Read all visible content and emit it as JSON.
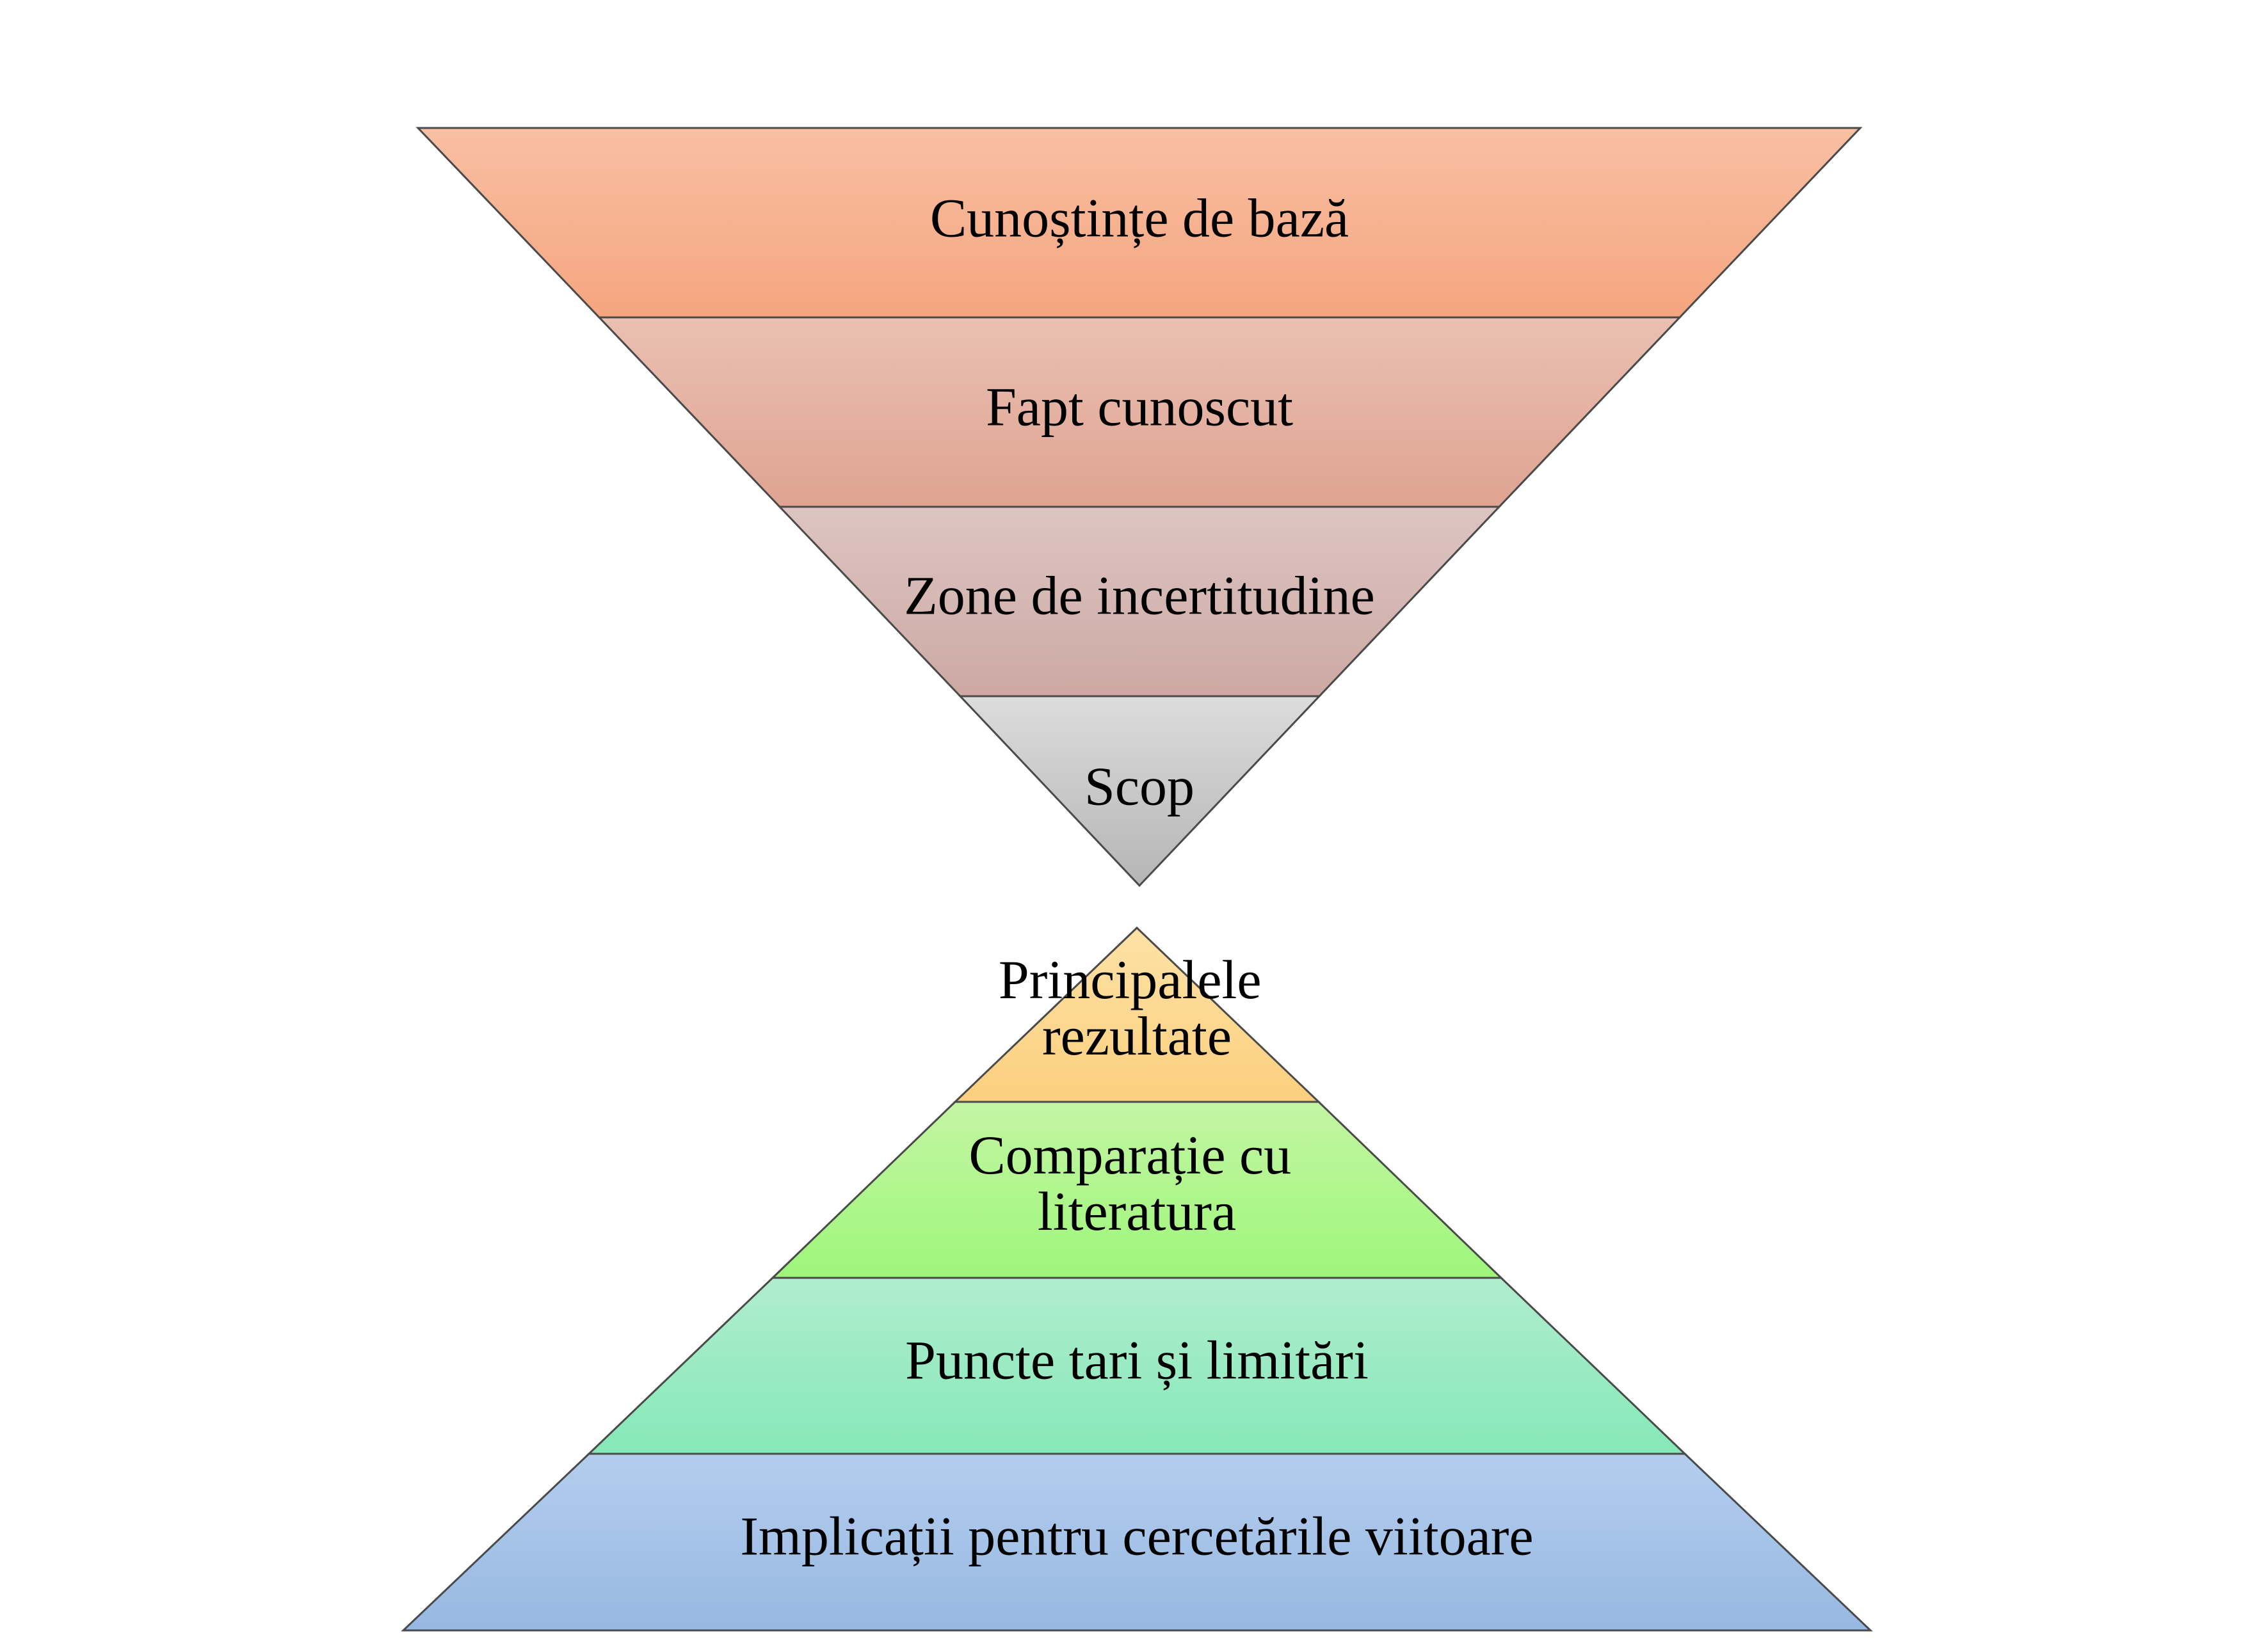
{
  "diagram": {
    "top_funnel": {
      "bands": [
        {
          "label": "Cunoștințe de bază",
          "color_top": "#f8bfa3",
          "color_bottom": "#f5a57f"
        },
        {
          "label": "Fapt cunoscut",
          "color_top": "#eac0b3",
          "color_bottom": "#dfa391"
        },
        {
          "label": "Zone de incertitudine",
          "color_top": "#ddc5c2",
          "color_bottom": "#cda8a3"
        },
        {
          "label": "Scop",
          "color_top": "#dcdcdc",
          "color_bottom": "#b5b5b5"
        }
      ]
    },
    "bottom_pyramid": {
      "bands": [
        {
          "label_lines": [
            "Principalele",
            "rezultate"
          ],
          "color_top": "#fde2a6",
          "color_bottom": "#fbcf7e"
        },
        {
          "label_lines": [
            "Comparație cu",
            "literatura"
          ],
          "color_top": "#c4f5a4",
          "color_bottom": "#9ef67a"
        },
        {
          "label_lines": [
            "Puncte tari și limitări"
          ],
          "color_top": "#b0edcf",
          "color_bottom": "#86e8b7"
        },
        {
          "label_lines": [
            "Implicații pentru cercetările viitoare"
          ],
          "color_top": "#b4cdee",
          "color_bottom": "#97b8e2"
        }
      ]
    },
    "outline_color": "#4a4a4a",
    "background_color": "#ffffff"
  }
}
